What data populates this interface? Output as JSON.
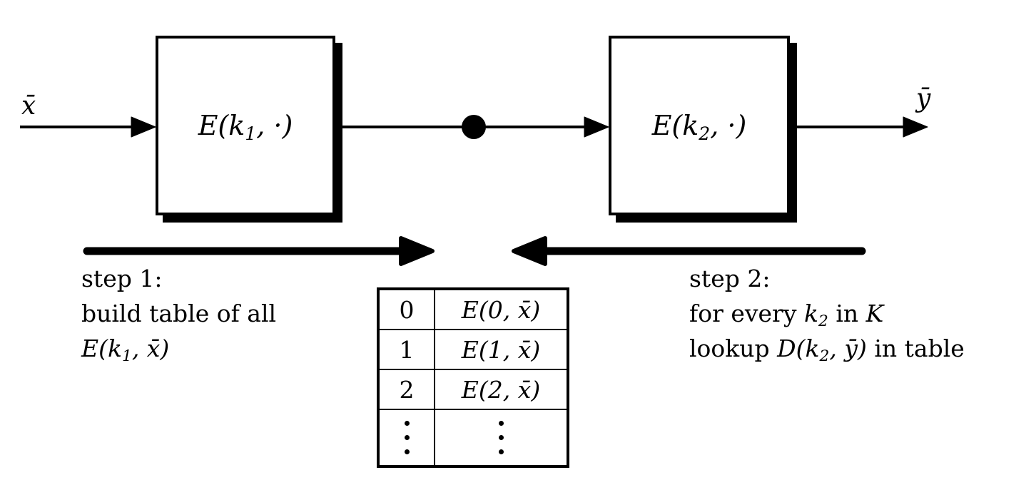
{
  "colors": {
    "ink": "#000000",
    "paper": "#ffffff"
  },
  "flow": {
    "input_label": "x̄",
    "output_label": "ȳ",
    "boxes": [
      {
        "pre": "E(k",
        "sub": "1",
        "post": ", ·)"
      },
      {
        "pre": "E(k",
        "sub": "2",
        "post": ", ·)"
      }
    ]
  },
  "step1": {
    "title": "step 1:",
    "line2": "build table of all",
    "formula": {
      "pre": "E(k",
      "sub": "1",
      "post": ", x̄)"
    }
  },
  "step2": {
    "title": "step 2:",
    "line2": {
      "pre": "for every ",
      "var": "k",
      "sub": "2",
      "mid": " in ",
      "keyspace": "K"
    },
    "line3": {
      "pre": "lookup ",
      "fn": "D(k",
      "sub": "2",
      "post": ", ȳ)",
      "tail": " in table"
    }
  },
  "table": {
    "rows": [
      {
        "key": "0",
        "value": "E(0, x̄)"
      },
      {
        "key": "1",
        "value": "E(1, x̄)"
      },
      {
        "key": "2",
        "value": "E(2, x̄)"
      }
    ],
    "ellipsis": "⋮"
  }
}
